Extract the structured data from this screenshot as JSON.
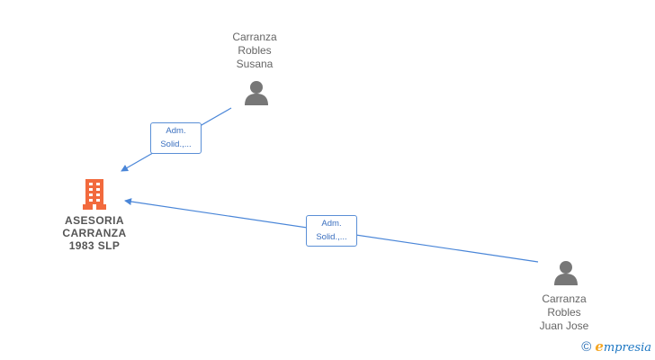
{
  "nodes": {
    "person_top": {
      "lines": [
        "Carranza",
        "Robles",
        "Susana"
      ]
    },
    "person_bottom": {
      "lines": [
        "Carranza",
        "Robles",
        "Juan Jose"
      ]
    },
    "company": {
      "lines": [
        "ASESORIA",
        "CARRANZA",
        "1983  SLP"
      ]
    }
  },
  "edges": [
    {
      "role_lines": [
        "Adm.",
        "Solid.,..."
      ]
    },
    {
      "role_lines": [
        "Adm.",
        "Solid.,..."
      ]
    }
  ],
  "footer": {
    "copyright": "©",
    "brand_initial": "e",
    "brand_rest": "mpresia"
  },
  "colors": {
    "edge": "#4a86d8",
    "person_icon": "#777777",
    "company_icon": "#f26a3d"
  }
}
